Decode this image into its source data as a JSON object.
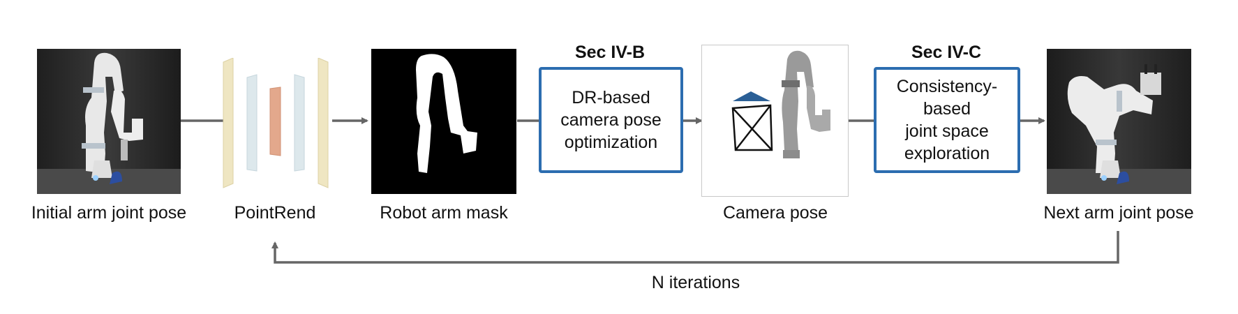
{
  "stages": {
    "initial_pose": {
      "label": "Initial arm joint pose"
    },
    "pointrend": {
      "label": "PointRend"
    },
    "mask": {
      "label": "Robot arm mask"
    },
    "camera": {
      "label": "Camera pose"
    },
    "next_pose": {
      "label": "Next arm joint pose"
    }
  },
  "sections": {
    "camera_opt": {
      "title": "Sec IV-B",
      "text": "DR-based\ncamera pose\noptimization"
    },
    "exploration": {
      "title": "Sec IV-C",
      "text": "Consistency-\nbased\njoint space\nexploration"
    }
  },
  "loop": {
    "label": "N iterations"
  },
  "colors": {
    "box_border": "#2c6db0",
    "arrow": "#666666",
    "layer_outer": "#efe6c2",
    "layer_mid": "#dde8ec",
    "layer_center": "#e3a88c",
    "camera_roof": "#2a5f96"
  }
}
